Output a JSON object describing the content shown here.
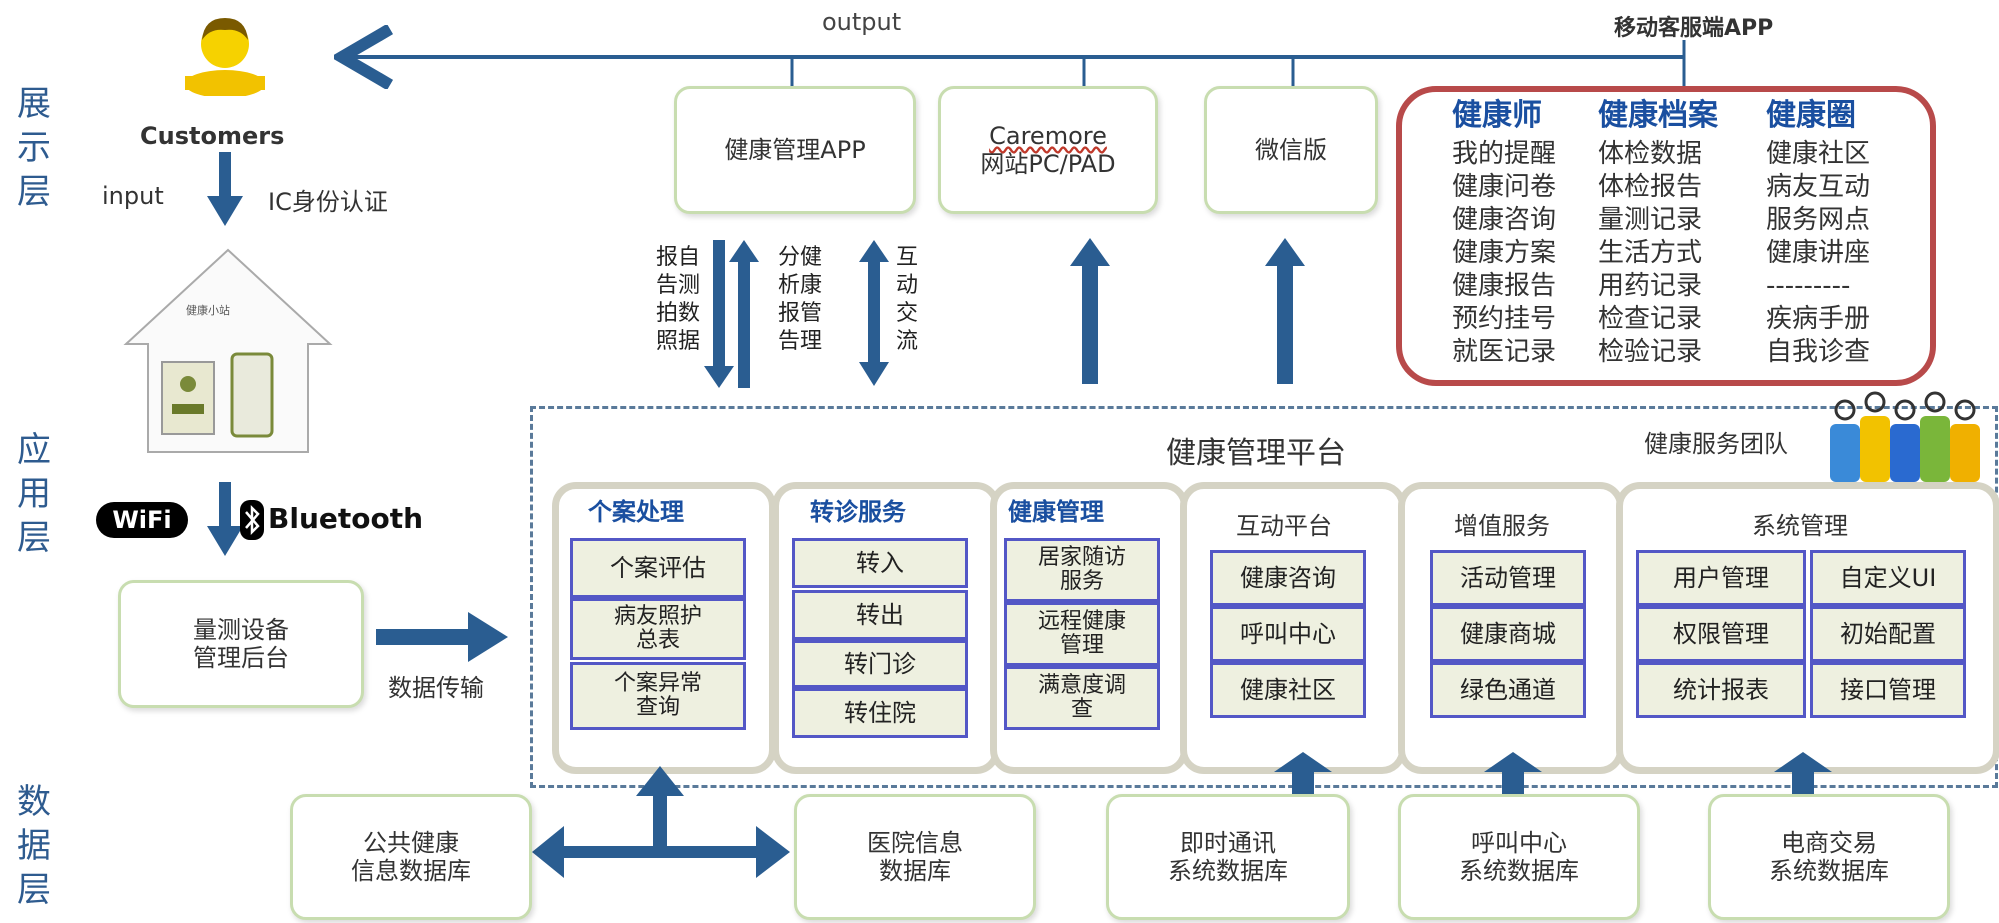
{
  "layers": {
    "display": "展示层",
    "application": "应用层",
    "data": "数据层"
  },
  "top": {
    "output": "output",
    "mobile_app": "移动客服端APP"
  },
  "customers": {
    "label": "Customers",
    "input": "input",
    "ic_auth": "IC身份认证"
  },
  "house": {
    "label": "健康小站"
  },
  "wireless": {
    "wifi": "WiFi",
    "bluetooth": "Bluetooth"
  },
  "device_backend": "量测设备\n管理后台",
  "data_transfer": "数据传输",
  "apps": [
    {
      "label": "健康管理APP"
    },
    {
      "label_line1": "Caremore",
      "label_line2": "网站PC/PAD"
    },
    {
      "label": "微信版"
    }
  ],
  "arrow_texts": {
    "col1": "报自\n告测\n拍数\n照据",
    "col2": "分健\n析康\n报管\n告理",
    "col3": "互\n动\n交\n流"
  },
  "red_panel": {
    "columns": [
      {
        "header": "健康师",
        "items": [
          "我的提醒",
          "健康问卷",
          "健康咨询",
          "健康方案",
          "健康报告",
          "预约挂号",
          "就医记录"
        ]
      },
      {
        "header": "健康档案",
        "items": [
          "体检数据",
          "体检报告",
          "量测记录",
          "生活方式",
          "用药记录",
          "检查记录",
          "检验记录"
        ]
      },
      {
        "header": "健康圈",
        "items": [
          "健康社区",
          "病友互动",
          "服务网点",
          "健康讲座",
          "---------",
          "疾病手册",
          "自我诊查"
        ]
      }
    ]
  },
  "platform": {
    "title": "健康管理平台",
    "team": "健康服务团队"
  },
  "groups": [
    {
      "title": "个案处理",
      "items": [
        "个案评估",
        "病友照护\n总表",
        "个案异常\n查询"
      ]
    },
    {
      "title": "转诊服务",
      "items": [
        "转入",
        "转出",
        "转门诊",
        "转住院"
      ]
    },
    {
      "title": "健康管理",
      "items": [
        "居家随访\n服务",
        "远程健康\n管理",
        "满意度调\n查"
      ]
    },
    {
      "title": "互动平台",
      "items": [
        "健康咨询",
        "呼叫中心",
        "健康社区"
      ]
    },
    {
      "title": "增值服务",
      "items": [
        "活动管理",
        "健康商城",
        "绿色通道"
      ]
    },
    {
      "title": "系统管理",
      "items": [
        "用户管理",
        "自定义UI",
        "权限管理",
        "初始配置",
        "统计报表",
        "接口管理"
      ]
    }
  ],
  "databases": [
    "公共健康\n信息数据库",
    "医院信息\n数据库",
    "即时通讯\n系统数据库",
    "呼叫中心\n系统数据库",
    "电商交易\n系统数据库"
  ],
  "colors": {
    "arrow": "#2a5d91",
    "accent": "#1a4fa0",
    "red_border": "#b84a4a",
    "item_border": "#5357c6"
  }
}
